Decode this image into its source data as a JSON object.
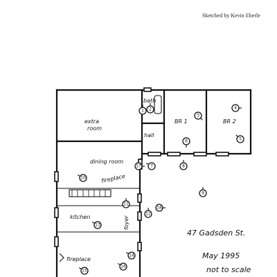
{
  "credit": "Sketched by Kevin Eberle",
  "rooms": {
    "bath": "bath",
    "hall": "hall",
    "br1": "BR 1",
    "br2": "BR 2",
    "extra_room": [
      "extra",
      "room"
    ],
    "dining_room": "dining room",
    "fireplace_dining": "fireplace",
    "kitchen": "kitchen",
    "foyer": "foyer",
    "fireplace_lower": "fireplace"
  },
  "annotations": {
    "address": "47 Gadsden St.",
    "date": "May 1995",
    "scale_note": "not to scale"
  },
  "icons": {
    "camera_marker": "circled-number-with-arrow",
    "door_marker": "small-filled-rectangle",
    "stove_marker": "stove-icon"
  },
  "markers": [
    "1",
    "2",
    "3",
    "4",
    "5",
    "6",
    "7",
    "8",
    "9",
    "10",
    "11",
    "12",
    "13",
    "14",
    "15",
    "16",
    "17",
    "18"
  ]
}
